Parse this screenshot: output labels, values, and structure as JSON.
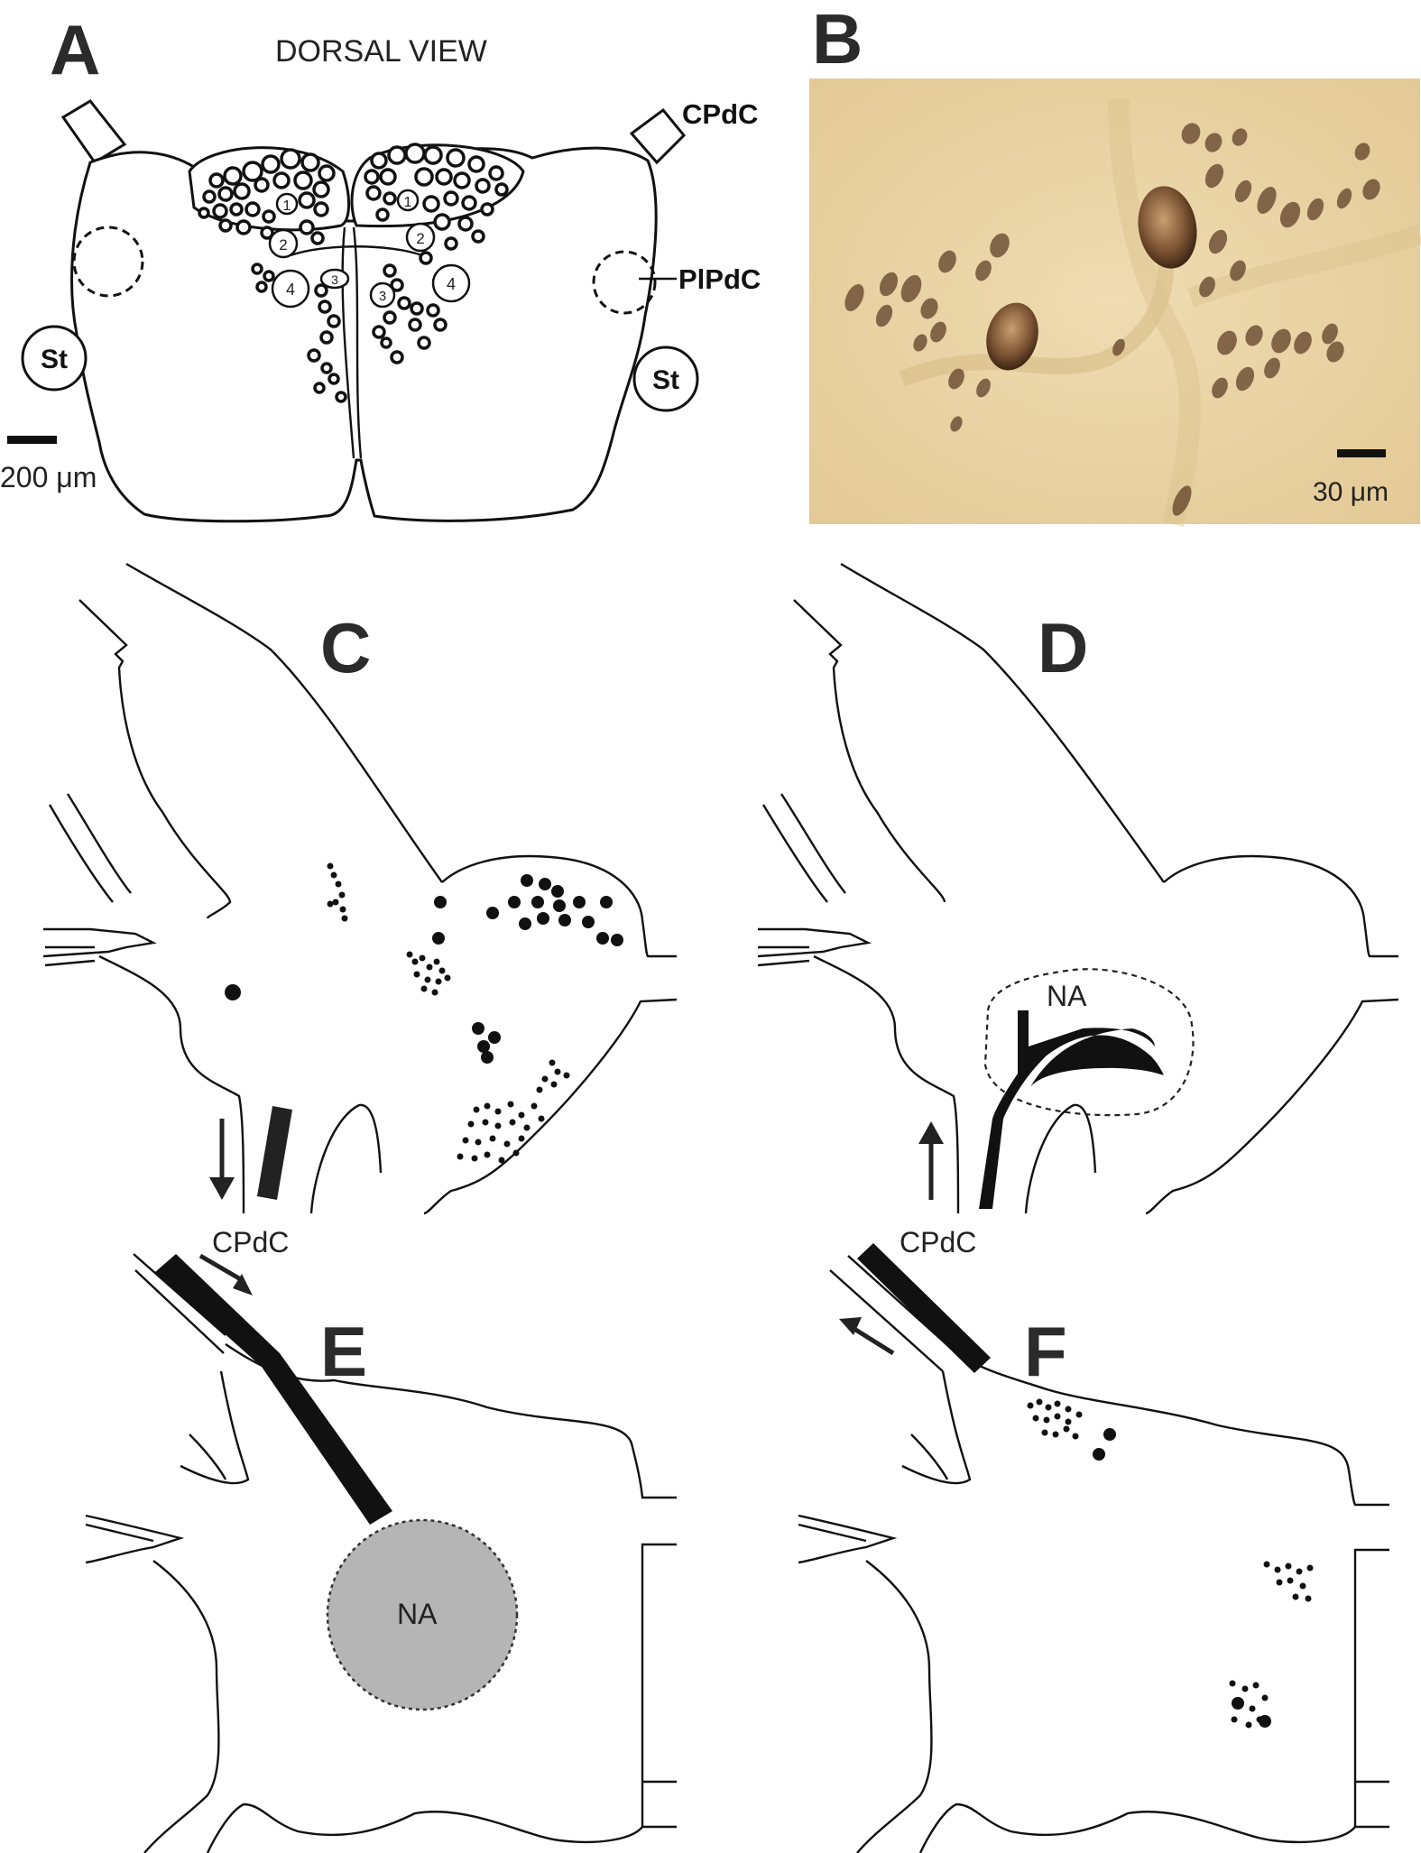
{
  "panels": {
    "a": {
      "letter": "A",
      "title": "DORSAL VIEW",
      "labels": {
        "cpdc": "CPdC",
        "plpdc": "PlPdC",
        "st_left": "St",
        "st_right": "St"
      },
      "neuron_numbers": [
        "1",
        "1",
        "2",
        "2",
        "3",
        "3",
        "4",
        "4"
      ],
      "scalebar": "200 μm"
    },
    "b": {
      "letter": "B",
      "scalebar": "30 μm",
      "background_color": "#e9d3a6",
      "stain_color": "#5a3a22"
    },
    "c": {
      "letter": "C",
      "label": "CPdC"
    },
    "d": {
      "letter": "D",
      "label": "CPdC",
      "region": "NA"
    },
    "e": {
      "letter": "E",
      "region": "NA",
      "region_color": "#b5b5b5"
    },
    "f": {
      "letter": "F"
    }
  }
}
